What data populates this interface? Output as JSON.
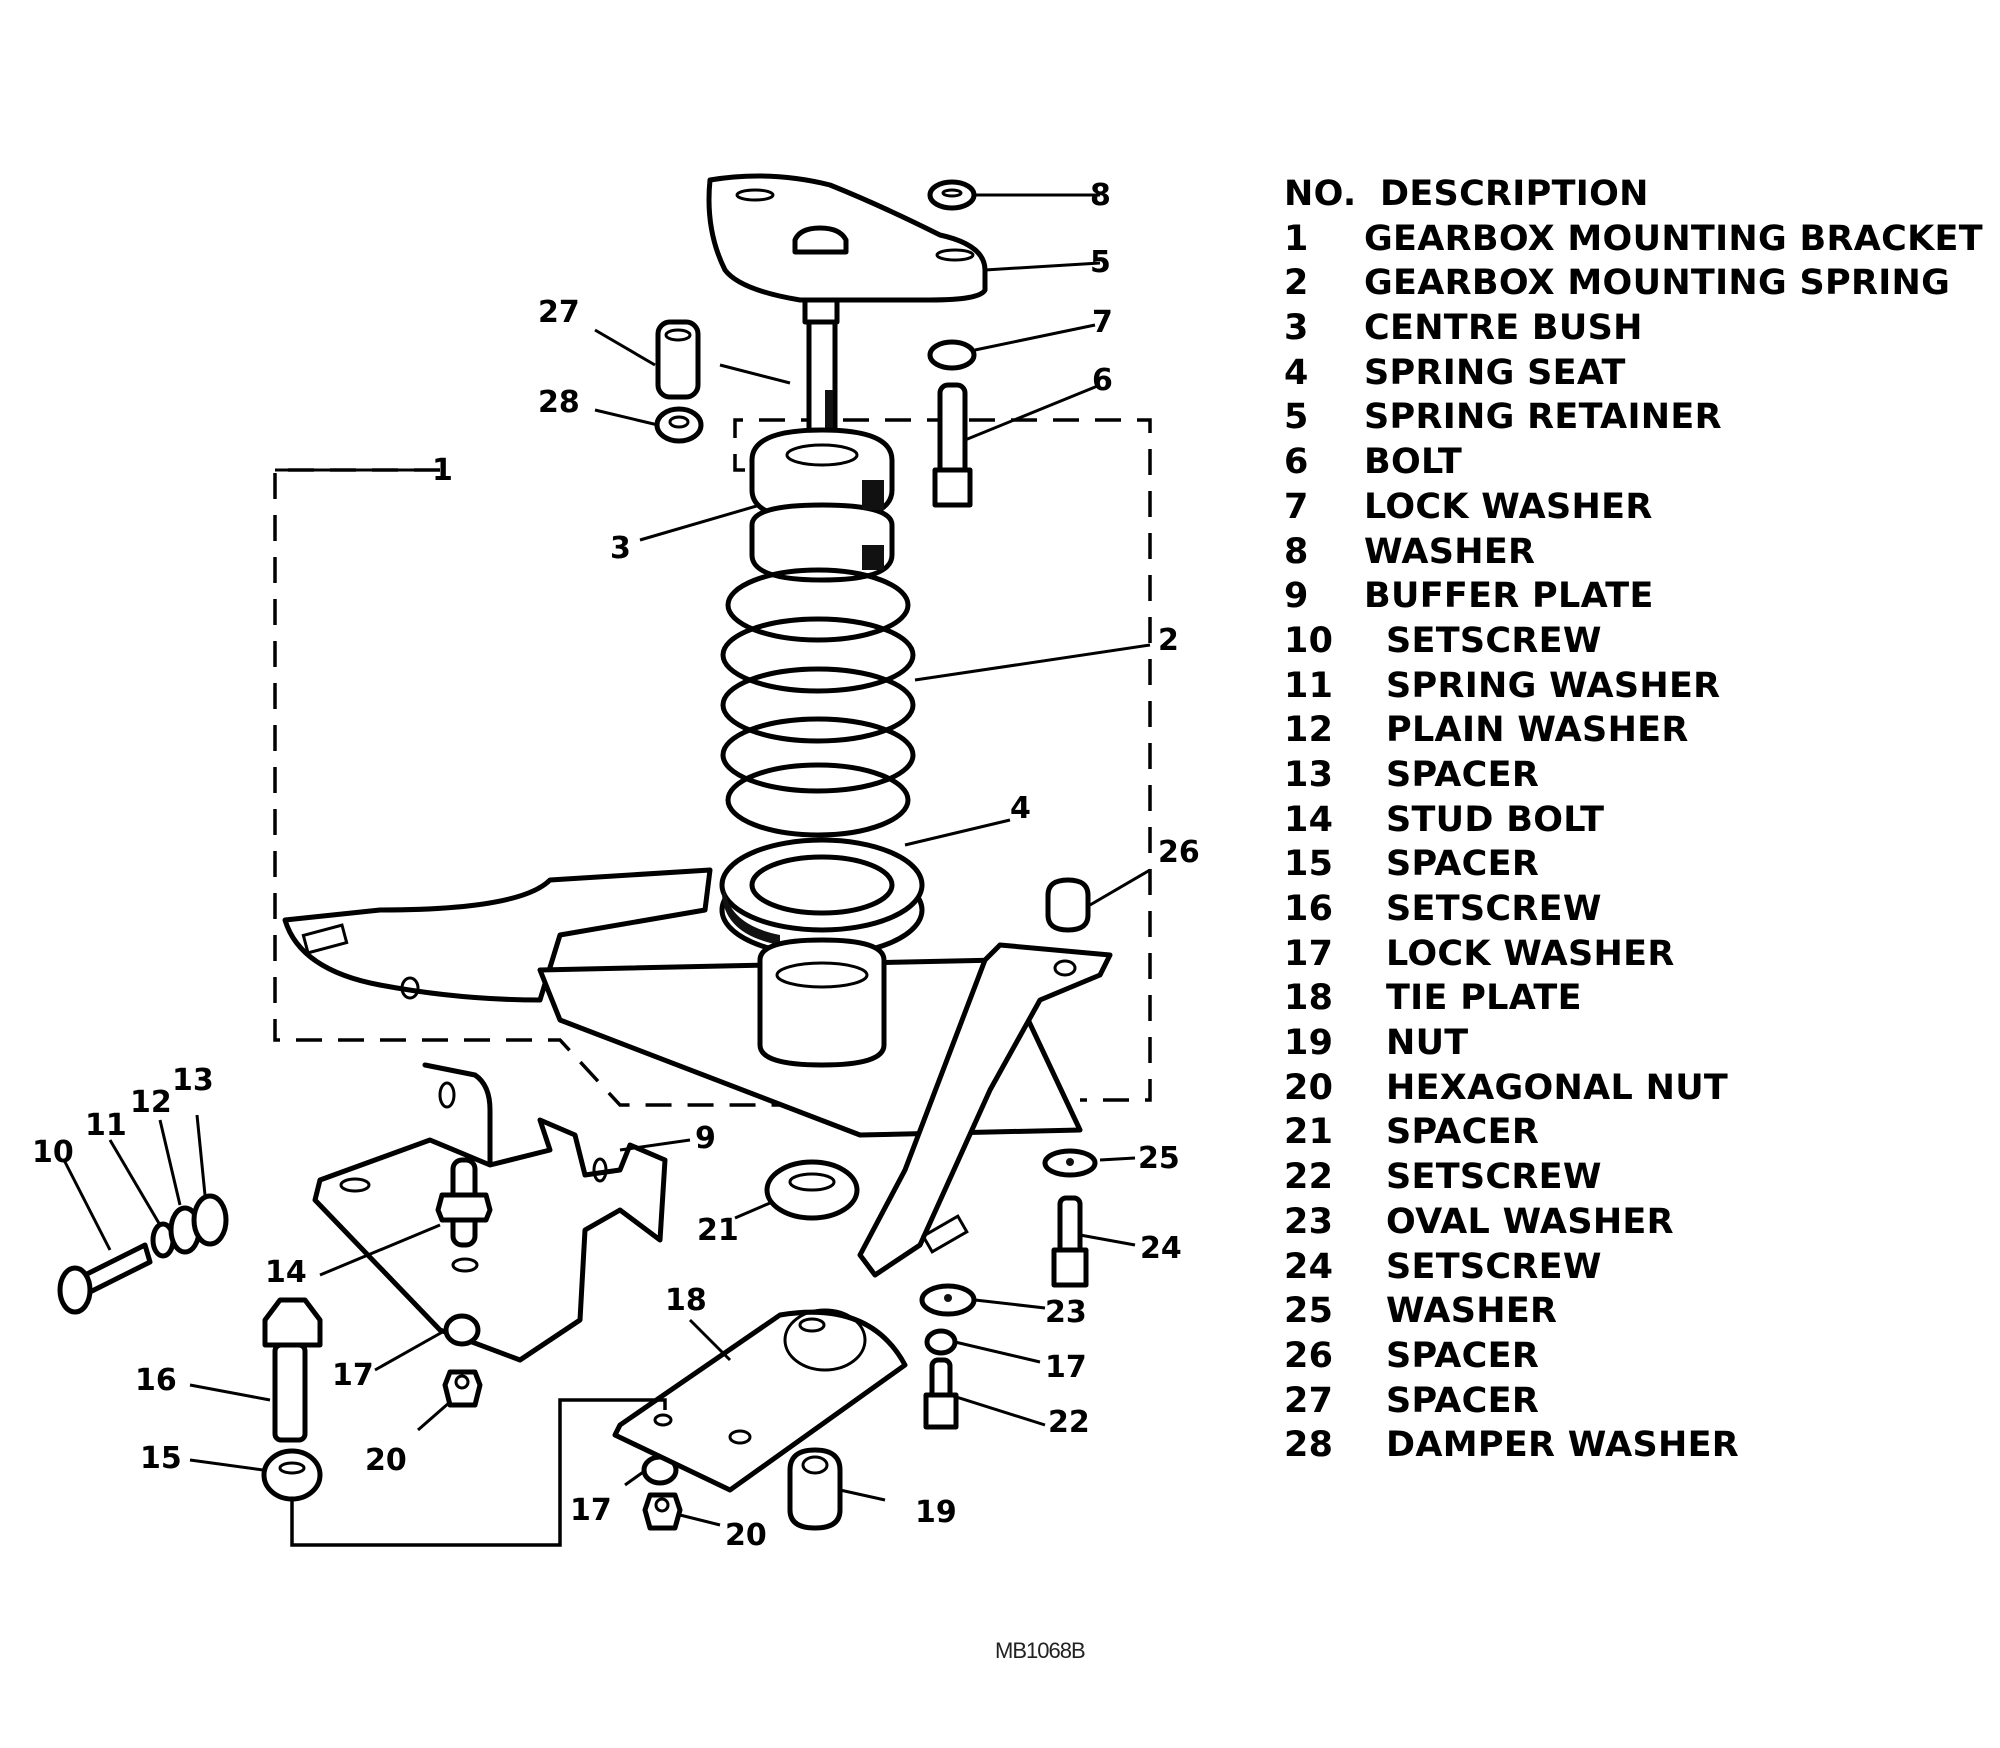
{
  "legend": {
    "header": {
      "no": "NO.",
      "description": "DESCRIPTION"
    },
    "items": [
      {
        "no": "1",
        "description": "GEARBOX MOUNTING BRACKET"
      },
      {
        "no": "2",
        "description": "GEARBOX MOUNTING SPRING"
      },
      {
        "no": "3",
        "description": "CENTRE BUSH"
      },
      {
        "no": "4",
        "description": "SPRING SEAT"
      },
      {
        "no": "5",
        "description": "SPRING RETAINER"
      },
      {
        "no": "6",
        "description": "BOLT"
      },
      {
        "no": "7",
        "description": "LOCK WASHER"
      },
      {
        "no": "8",
        "description": "WASHER"
      },
      {
        "no": "9",
        "description": "BUFFER PLATE"
      },
      {
        "no": "10",
        "description": "SETSCREW"
      },
      {
        "no": "11",
        "description": "SPRING WASHER"
      },
      {
        "no": "12",
        "description": "PLAIN WASHER"
      },
      {
        "no": "13",
        "description": "SPACER"
      },
      {
        "no": "14",
        "description": "STUD BOLT"
      },
      {
        "no": "15",
        "description": "SPACER"
      },
      {
        "no": "16",
        "description": "SETSCREW"
      },
      {
        "no": "17",
        "description": "LOCK WASHER"
      },
      {
        "no": "18",
        "description": "TIE PLATE"
      },
      {
        "no": "19",
        "description": "NUT"
      },
      {
        "no": "20",
        "description": "HEXAGONAL NUT"
      },
      {
        "no": "21",
        "description": "SPACER"
      },
      {
        "no": "22",
        "description": "SETSCREW"
      },
      {
        "no": "23",
        "description": "OVAL WASHER"
      },
      {
        "no": "24",
        "description": "SETSCREW"
      },
      {
        "no": "25",
        "description": "WASHER"
      },
      {
        "no": "26",
        "description": "SPACER"
      },
      {
        "no": "27",
        "description": "SPACER"
      },
      {
        "no": "28",
        "description": "DAMPER WASHER"
      }
    ]
  },
  "callouts": {
    "c1": "1",
    "c2": "2",
    "c3": "3",
    "c4": "4",
    "c5": "5",
    "c6": "6",
    "c7": "7",
    "c8": "8",
    "c9": "9",
    "c10": "10",
    "c11": "11",
    "c12": "12",
    "c13": "13",
    "c14": "14",
    "c15": "15",
    "c16": "16",
    "c17a": "17",
    "c17b": "17",
    "c17c": "17",
    "c18": "18",
    "c19": "19",
    "c20a": "20",
    "c20b": "20",
    "c21": "21",
    "c22": "22",
    "c23": "23",
    "c24": "24",
    "c25": "25",
    "c26": "26",
    "c27": "27",
    "c28": "28"
  },
  "drawing_code": "MB1068B"
}
